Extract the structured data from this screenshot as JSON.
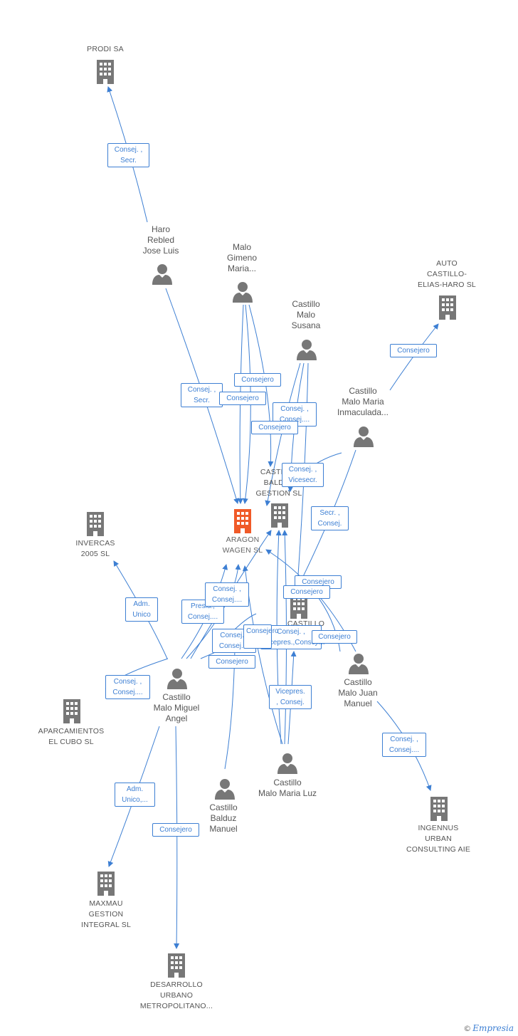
{
  "colors": {
    "edge": "#3d7fd3",
    "node": "#777777",
    "focus": "#f05a28",
    "text": "#555555"
  },
  "nodes": [
    {
      "id": "prodi",
      "type": "company",
      "label": "PRODI SA"
    },
    {
      "id": "haro",
      "type": "person",
      "label": "Haro\nRebled\nJose Luis"
    },
    {
      "id": "gimeno",
      "type": "person",
      "label": "Malo\nGimeno\nMaria..."
    },
    {
      "id": "susana",
      "type": "person",
      "label": "Castillo\nMalo\nSusana"
    },
    {
      "id": "autocastillo",
      "type": "company",
      "label": "AUTO\nCASTILLO-\nELIAS-HARO SL"
    },
    {
      "id": "inmaculada",
      "type": "person",
      "label": "Castillo\nMalo Maria\nInmaculada..."
    },
    {
      "id": "castillobalduz",
      "type": "company",
      "label": "CASTILLO\nBALDUZ\nGESTION SL"
    },
    {
      "id": "aragon",
      "type": "company-focus",
      "label": "ARAGON\nWAGEN SL"
    },
    {
      "id": "invercas",
      "type": "company",
      "label": "INVERCAS\n2005 SL"
    },
    {
      "id": "castillo2",
      "type": "company",
      "label": "CASTILLO\n...SL"
    },
    {
      "id": "miguel",
      "type": "person",
      "label": "Castillo\nMalo Miguel\nAngel"
    },
    {
      "id": "juan",
      "type": "person",
      "label": "Castillo\nMalo Juan\nManuel"
    },
    {
      "id": "aparcamientos",
      "type": "company",
      "label": "APARCAMIENTOS\nEL CUBO SL"
    },
    {
      "id": "marialuz",
      "type": "person",
      "label": "Castillo\nMalo Maria Luz"
    },
    {
      "id": "balduzmanuel",
      "type": "person",
      "label": "Castillo\nBalduz\nManuel"
    },
    {
      "id": "ingennus",
      "type": "company",
      "label": "INGENNUS\nURBAN\nCONSULTING AIE"
    },
    {
      "id": "maxmau",
      "type": "company",
      "label": "MAXMAU\nGESTION\nINTEGRAL SL"
    },
    {
      "id": "desarrollo",
      "type": "company",
      "label": "DESARROLLO\nURBANO\nMETROPOLITANO..."
    }
  ],
  "edge_labels": [
    {
      "text": "Consej. ,\nSecr."
    },
    {
      "text": "Consejero"
    },
    {
      "text": "Consej. ,\nSecr."
    },
    {
      "text": "Consejero"
    },
    {
      "text": "Consej. ,\nConsej...."
    },
    {
      "text": "Consejero"
    },
    {
      "text": "Consejero"
    },
    {
      "text": "Consej. ,\nVicesecr."
    },
    {
      "text": "Secr. ,\nConsej."
    },
    {
      "text": "Consejero"
    },
    {
      "text": "Consejero"
    },
    {
      "text": "Adm.\nUnico"
    },
    {
      "text": "Consej. ,\nConsej...."
    },
    {
      "text": "Presid.,\nConsej...."
    },
    {
      "text": "Consej. ,\nConsej...."
    },
    {
      "text": "Consej. ,\nVicepres.,Consej...."
    },
    {
      "text": "Consejero"
    },
    {
      "text": "Consejero"
    },
    {
      "text": "Consej. ,\nConsej...."
    },
    {
      "text": "Vicepres.\n, Consej."
    },
    {
      "text": "Consej. ,\nConsej...."
    },
    {
      "text": "Adm.\nUnico,..."
    },
    {
      "text": "Consejero"
    },
    {
      "text": "Consejero"
    }
  ],
  "footer": {
    "copyright": "©",
    "brand": "Empresia"
  }
}
